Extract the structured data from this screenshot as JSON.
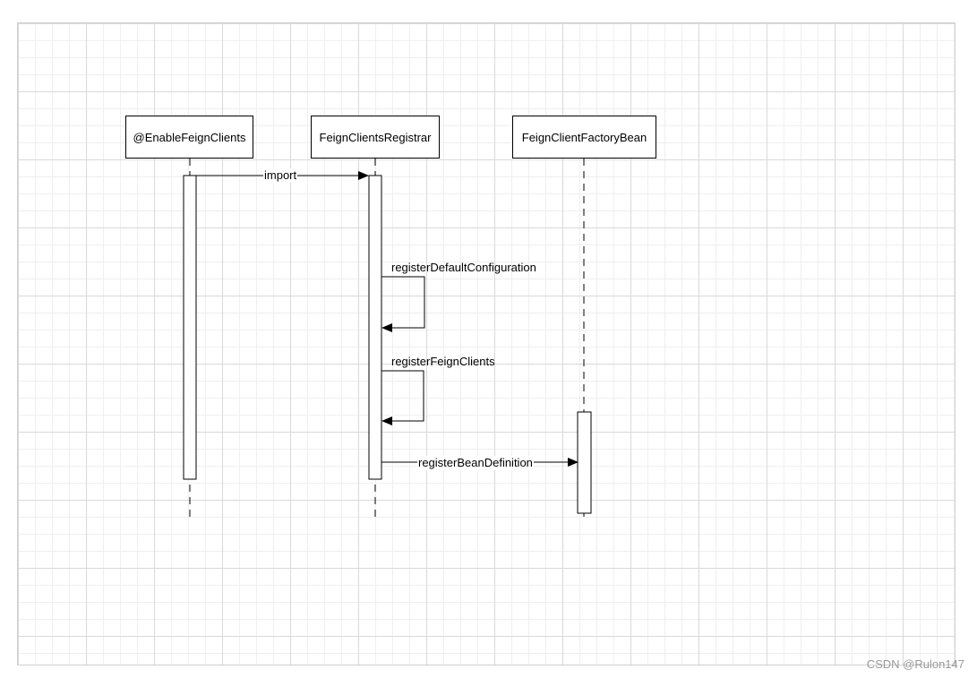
{
  "diagram": {
    "type": "sequence",
    "participants": [
      {
        "label": "@EnableFeignClients"
      },
      {
        "label": "FeignClientsRegistrar"
      },
      {
        "label": "FeignClientFactoryBean"
      }
    ],
    "messages": [
      {
        "from": "@EnableFeignClients",
        "to": "FeignClientsRegistrar",
        "label": "import"
      },
      {
        "from": "FeignClientsRegistrar",
        "to": "FeignClientsRegistrar",
        "label": "registerDefaultConfiguration"
      },
      {
        "from": "FeignClientsRegistrar",
        "to": "FeignClientsRegistrar",
        "label": "registerFeignClients"
      },
      {
        "from": "FeignClientsRegistrar",
        "to": "FeignClientFactoryBean",
        "label": "registerBeanDefinition"
      }
    ]
  },
  "watermark": "CSDN @Rulon147",
  "colors": {
    "line": "#000000",
    "grid_major": "#d9d9d9",
    "grid_minor": "#efefef",
    "watermark": "#9a9a9a"
  }
}
